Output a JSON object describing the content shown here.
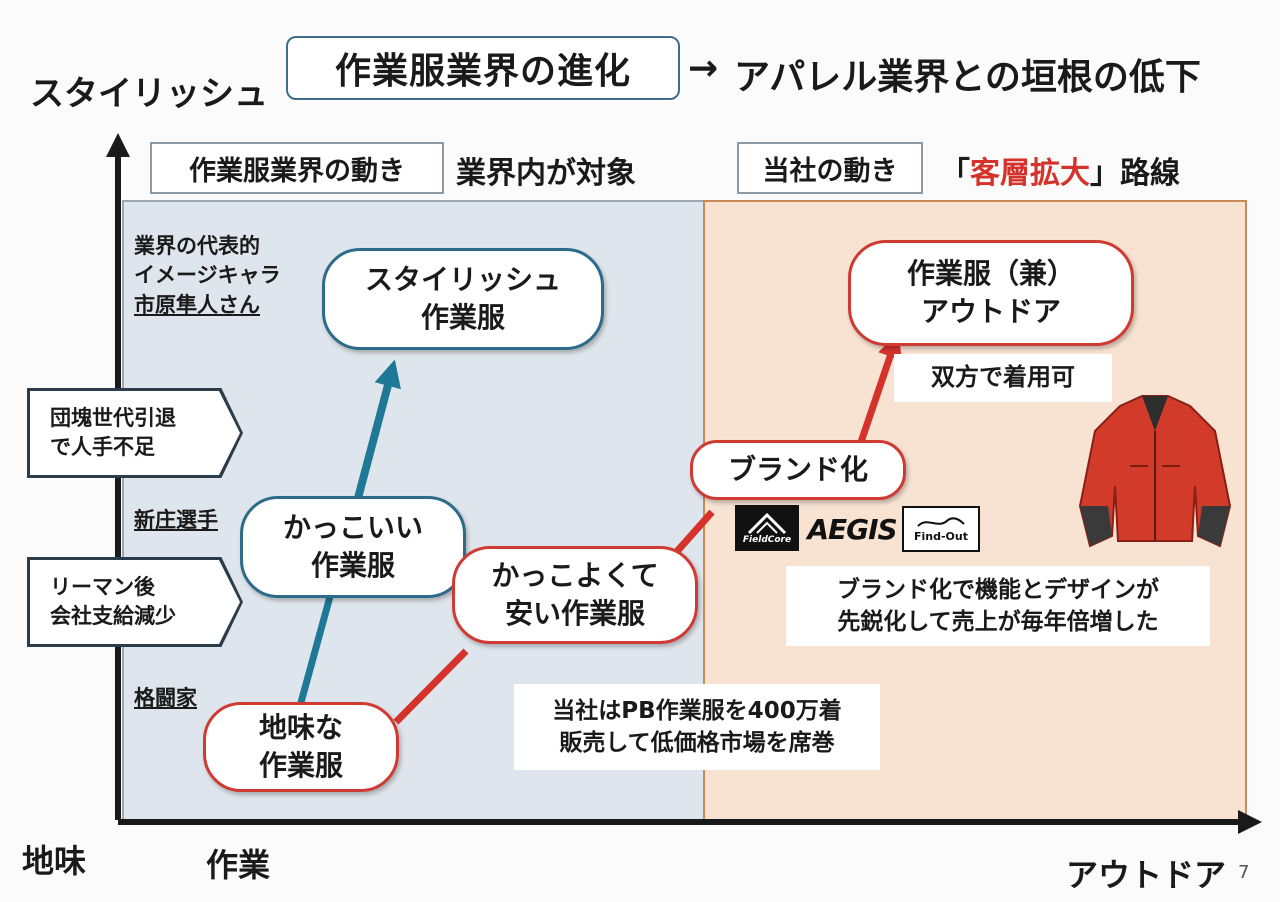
{
  "header": {
    "y_axis_top_label": "スタイリッシュ",
    "title": "作業服業界の進化",
    "arrow": "→",
    "title_suffix": "アパレル業界との垣根の低下"
  },
  "left_section": {
    "tag": "作業服業界の動き",
    "caption": "業界内が対象"
  },
  "right_section": {
    "tag": "当社の動き",
    "caption_open": "「",
    "caption_highlight": "客層拡大",
    "caption_close": "」路線"
  },
  "left_notes": {
    "celebrity_line1": "業界の代表的",
    "celebrity_line2": "イメージキャラ",
    "celebrity_line3": "市原隼人さん",
    "shinjo": "新庄選手",
    "fighter": "格闘家"
  },
  "factors": [
    {
      "line1": "団塊世代引退",
      "line2": "で人手不足"
    },
    {
      "line1": "リーマン後",
      "line2": "会社支給減少"
    }
  ],
  "nodes": {
    "plain_line1": "地味な",
    "plain_line2": "作業服",
    "cool_line1": "かっこいい",
    "cool_line2": "作業服",
    "stylish_line1": "スタイリッシュ",
    "stylish_line2": "作業服",
    "cheap_line1": "かっこよくて",
    "cheap_line2": "安い作業服",
    "brand": "ブランド化",
    "outdoor_line1": "作業服（兼）",
    "outdoor_line2": "アウトドア"
  },
  "notes": {
    "both_use": "双方で着用可",
    "brand_result_line1": "ブランド化で機能とデザインが",
    "brand_result_line2": "先鋭化して売上が毎年倍増した",
    "pb_line1": "当社はPB作業服を400万着",
    "pb_line2": "販売して低価格市場を席巻"
  },
  "logos": {
    "fieldcore": "FieldCore",
    "aegis": "AEGIS",
    "findout": "Find-Out"
  },
  "axes": {
    "y_bottom_label": "地味",
    "x_left_label": "作業",
    "x_right_label": "アウトドア"
  },
  "page_number": "7",
  "colors": {
    "blue_arrow": "#1f7896",
    "red_arrow": "#d6322c",
    "highlight": "#d6322c"
  }
}
